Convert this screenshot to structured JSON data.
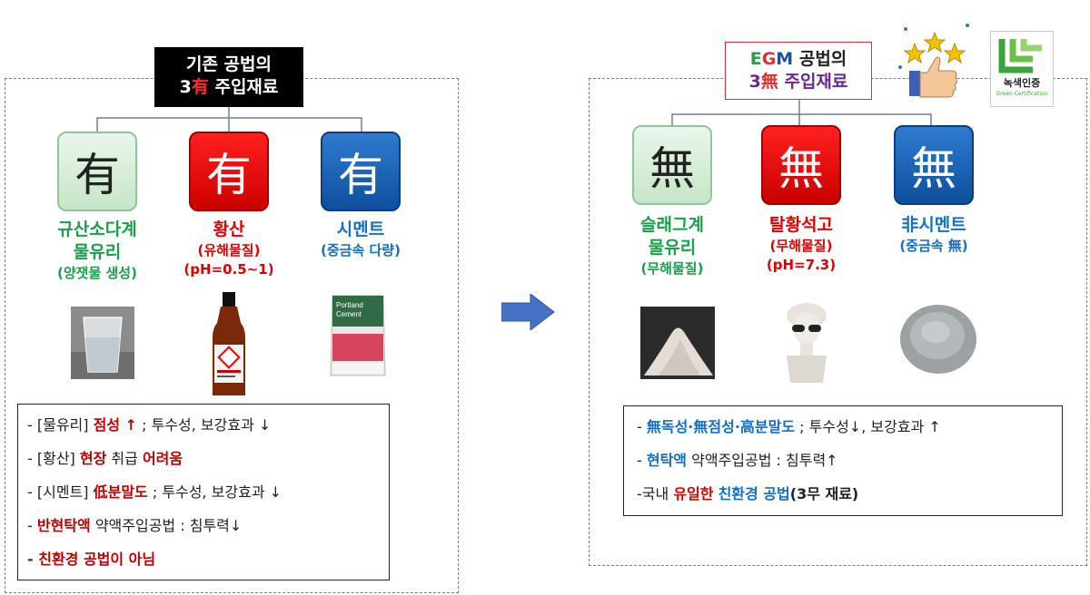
{
  "left": {
    "title_line1": "기존 공법의",
    "title_line2_prefix": "3",
    "title_line2_char": "有",
    "title_line2_suffix": " 주입재료",
    "items": [
      {
        "glyph": "有",
        "name": "규산소다계",
        "name2": "물유리",
        "sub": "(양잿물 생성)"
      },
      {
        "glyph": "有",
        "name": "황산",
        "sub": "(유해물질)",
        "sub2": "(pH=0.5~1)"
      },
      {
        "glyph": "有",
        "name": "시멘트",
        "sub": "(중금속 다량)"
      }
    ],
    "notes": {
      "r1_a": "- [물유리] ",
      "r1_b": "점성 ↑",
      "r1_c": " ; 투수성, 보강효과 ↓",
      "r2_a": "- [황산] ",
      "r2_b": "현장",
      "r2_c": " 취급 ",
      "r2_d": "어려움",
      "r3_a": "- [시멘트] ",
      "r3_b": "低분말도",
      "r3_c": " ; 투수성, 보강효과 ↓",
      "r4_a": "- ",
      "r4_b": "반현탁액",
      "r4_c": " 약액주입공법 : 침투력↓",
      "r5_a": "- ",
      "r5_b": "친환경 공법이 아님"
    }
  },
  "right": {
    "title_line1_e": "E",
    "title_line1_g": "G",
    "title_line1_m": "M",
    "title_line1_rest": " 공법의",
    "title_line2_prefix": "3",
    "title_line2_char": "無",
    "title_line2_suffix": " 주입재료",
    "items": [
      {
        "glyph": "無",
        "name": "슬래그계",
        "name2": "물유리",
        "sub": "(무해물질)"
      },
      {
        "glyph": "無",
        "name": "탈황석고",
        "sub": "(무해물질)",
        "sub2": "(pH=7.3)"
      },
      {
        "glyph": "無",
        "name": "非시멘트",
        "sub": "(중금속 無)"
      }
    ],
    "notes": {
      "r1_a": "- ",
      "r1_b": "無독성·無점성·高분말도",
      "r1_c": " ; 투수성↓, 보강효과 ↑",
      "r2_a": "- ",
      "r2_b": "현탁액",
      "r2_c": " 약액주입공법 : 침투력↑",
      "r3_a": "-국내 ",
      "r3_b": "유일한",
      "r3_c": " ",
      "r3_d": "친환경 공법",
      "r3_e": "(3무 재료)"
    },
    "badge_line1": "녹색인증",
    "badge_line2": "Green Certification"
  },
  "colors": {
    "green": "#18a04a",
    "red": "#e30000",
    "blue": "#1470c6",
    "arrow": "#4472c4"
  }
}
